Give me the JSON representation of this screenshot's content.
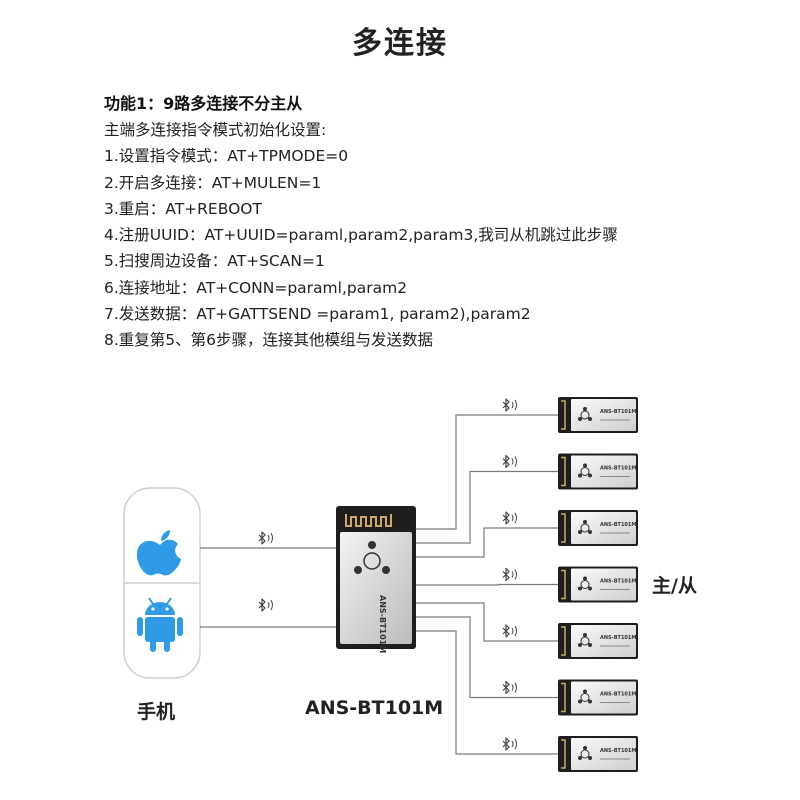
{
  "title": "多连接",
  "feature_title": "功能1：9路多连接不分主从",
  "instructions": [
    "主端多连接指令模式初始化设置:",
    "1.设置指令模式：AT+TPMODE=0",
    "2.开启多连接：AT+MULEN=1",
    "3.重启：AT+REBOOT",
    "4.注册UUID：AT+UUID=paraml,param2,param3,我司从机跳过此步骤",
    "5.扫搜周边设备：AT+SCAN=1",
    "6.连接地址：AT+CONN=paraml,param2",
    "7.发送数据：AT+GATTSEND =param1, param2),param2",
    "8.重复第5、第6步骤，连接其他模组与发送数据"
  ],
  "diagram": {
    "phone_label": "手机",
    "module_label": "ANS-BT101M",
    "module_chip_text": "ANS-BT101M",
    "slave_label": "主/从",
    "slave_chip_text": "ANS-BT101M",
    "slave_count": 7,
    "phone_icons": [
      "apple-icon",
      "android-icon"
    ],
    "colors": {
      "icon_blue": "#2f9be6",
      "line": "#7a7a7a",
      "bluetooth": "#444444",
      "phone_border": "#cccccc"
    }
  }
}
